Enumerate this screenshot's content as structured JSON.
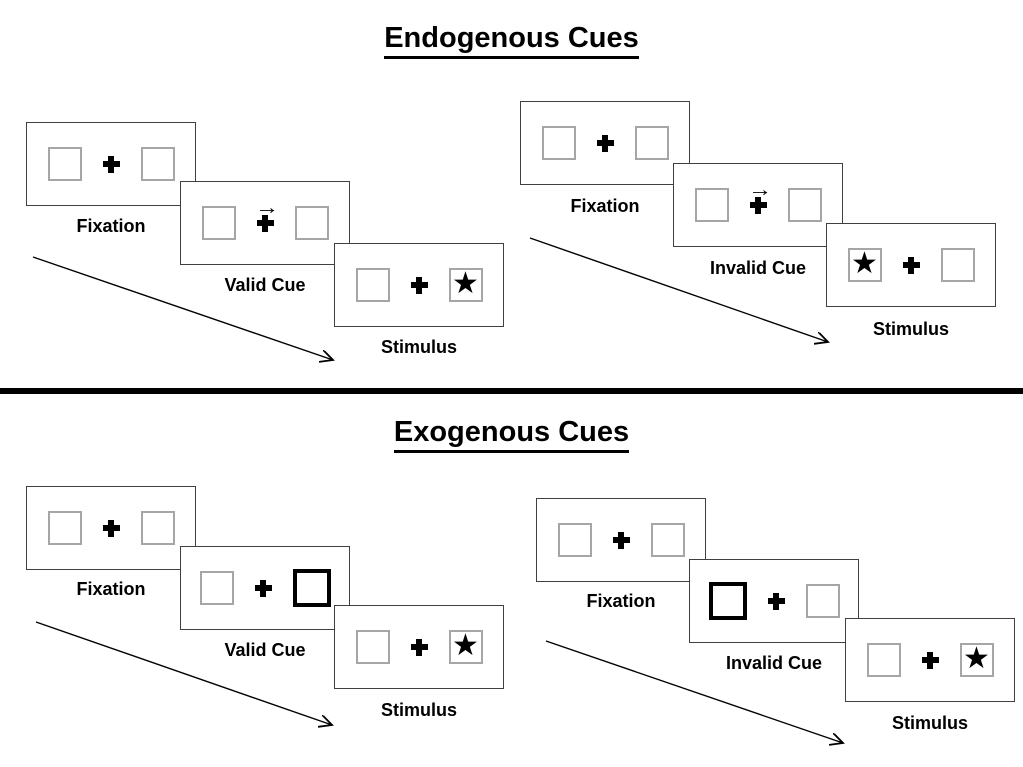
{
  "colors": {
    "background": "#ffffff",
    "text": "#000000",
    "panel_border": "#404040",
    "box_border": "#a6a6a6",
    "cue_box_border": "#000000",
    "divider": "#000000",
    "arrow": "#000000"
  },
  "glyphs": {
    "star": "★",
    "cue_arrow": "→",
    "fixation_cross": "+"
  },
  "sections": [
    {
      "title": "Endogenous Cues",
      "sequences": [
        {
          "name": "valid",
          "steps": [
            {
              "label": "Fixation",
              "left_glyph": "",
              "right_glyph": ""
            },
            {
              "label": "Valid Cue",
              "left_glyph": "",
              "right_glyph": "",
              "cue_arrow": "→"
            },
            {
              "label": "Stimulus",
              "left_glyph": "",
              "right_glyph": "★"
            }
          ]
        },
        {
          "name": "invalid",
          "steps": [
            {
              "label": "Fixation",
              "left_glyph": "",
              "right_glyph": ""
            },
            {
              "label": "Invalid Cue",
              "left_glyph": "",
              "right_glyph": "",
              "cue_arrow": "→"
            },
            {
              "label": "Stimulus",
              "left_glyph": "★",
              "right_glyph": ""
            }
          ]
        }
      ]
    },
    {
      "title": "Exogenous Cues",
      "sequences": [
        {
          "name": "valid",
          "steps": [
            {
              "label": "Fixation",
              "left_glyph": "",
              "right_glyph": ""
            },
            {
              "label": "Valid Cue",
              "left_glyph": "",
              "right_glyph": "",
              "cued_side": "right"
            },
            {
              "label": "Stimulus",
              "left_glyph": "",
              "right_glyph": "★"
            }
          ]
        },
        {
          "name": "invalid",
          "steps": [
            {
              "label": "Fixation",
              "left_glyph": "",
              "right_glyph": ""
            },
            {
              "label": "Invalid Cue",
              "left_glyph": "",
              "right_glyph": "",
              "cued_side": "left"
            },
            {
              "label": "Stimulus",
              "left_glyph": "",
              "right_glyph": "★"
            }
          ]
        }
      ]
    }
  ]
}
